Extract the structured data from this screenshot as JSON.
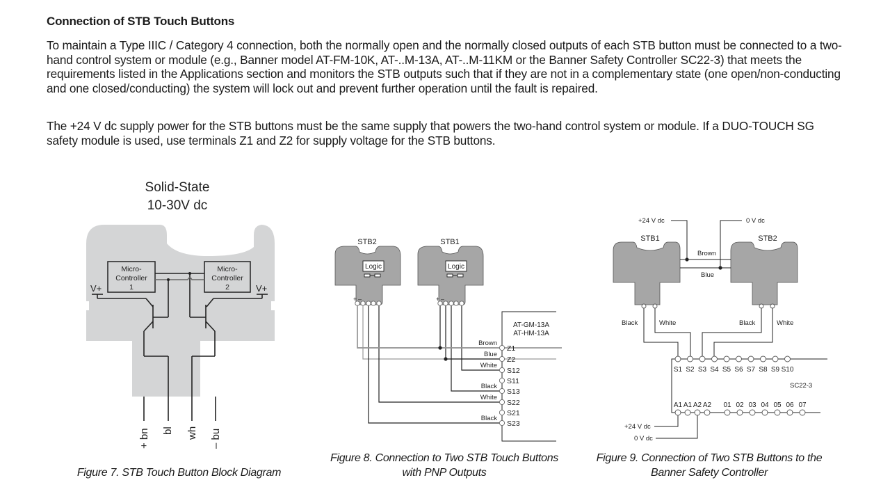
{
  "document": {
    "heading": "Connection of STB Touch Buttons",
    "paragraphs": [
      "To maintain a Type IIIC / Category 4 connection, both the normally open and the normally closed outputs of each STB button must be connected to a two-hand control system or module (e.g., Banner model AT-FM-10K, AT-..M-13A, AT-..M-11KM or the Banner Safety Controller SC22-3) that meets the requirements listed in the Applications section and monitors the STB outputs such that if they are not in a complementary state (one open/non-conducting and one closed/conducting) the system will lock out and prevent further operation until the fault is repaired.",
      "The +24 V dc supply power for the STB buttons must be the same supply that powers the two-hand control system or module. If a DUO-TOUCH SG safety module is used, use terminals Z1 and Z2 for supply voltage for the STB buttons."
    ]
  },
  "figure7": {
    "title_line1": "Solid-State",
    "title_line2": "10-30V dc",
    "controller1": [
      "Micro-",
      "Controller",
      "1"
    ],
    "controller2": [
      "Micro-",
      "Controller",
      "2"
    ],
    "vplus_left": "V+",
    "vplus_right": "V+",
    "wires": [
      "+ bn",
      "bl",
      "wh",
      "– bu"
    ],
    "caption": "Figure 7. STB Touch Button Block Diagram"
  },
  "figure8": {
    "stb2_label": "STB2",
    "stb1_label": "STB1",
    "logic_label": "Logic",
    "plus": "+",
    "minus": "–",
    "module_models": [
      "AT-GM-13A",
      "AT-HM-13A"
    ],
    "terminals": [
      {
        "wire": "Brown",
        "terminal": "Z1"
      },
      {
        "wire": "Blue",
        "terminal": "Z2"
      },
      {
        "wire": "White",
        "terminal": "S12"
      },
      {
        "wire": "",
        "terminal": "S11"
      },
      {
        "wire": "Black",
        "terminal": "S13"
      },
      {
        "wire": "White",
        "terminal": "S22"
      },
      {
        "wire": "",
        "terminal": "S21"
      },
      {
        "wire": "Black",
        "terminal": "S23"
      }
    ],
    "caption_line1": "Figure 8. Connection to Two STB Touch Buttons",
    "caption_line2": "with PNP Outputs"
  },
  "figure9": {
    "supply_plus": "+24 V dc",
    "supply_zero": "0 V dc",
    "stb1_label": "STB1",
    "stb2_label": "STB2",
    "brown": "Brown",
    "blue": "Blue",
    "stb1_wires": [
      "Black",
      "White"
    ],
    "stb2_wires": [
      "Black",
      "White"
    ],
    "top_terminals": [
      "S1",
      "S2",
      "S3",
      "S4",
      "S5",
      "S6",
      "S7",
      "S8",
      "S9",
      "S10"
    ],
    "controller_model": "SC22-3",
    "bottom_terminals": [
      "A1",
      "A1",
      "A2",
      "A2",
      "01",
      "02",
      "03",
      "04",
      "05",
      "06",
      "07"
    ],
    "bottom_supply_plus": "+24 V dc",
    "bottom_supply_zero": "0 V dc",
    "caption_line1": "Figure 9. Connection of Two STB Buttons to the",
    "caption_line2": "Banner Safety Controller"
  },
  "colors": {
    "body_gray": "#d4d5d6",
    "stb_gray": "#b3b3b3",
    "line": "#222222",
    "gray_wire": "#9a9a9a"
  }
}
